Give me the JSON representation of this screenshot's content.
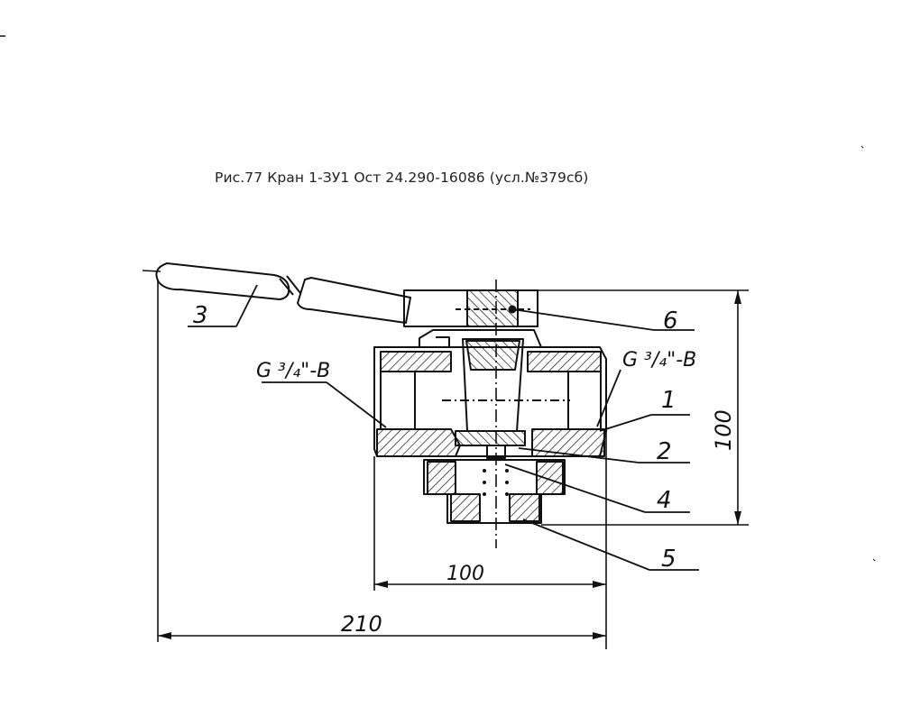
{
  "caption": "Рис.77 Кран 1-ЗУ1 Ост 24.290-16086 (усл.№379сб)",
  "drawing": {
    "part_labels": {
      "p1": "1",
      "p2": "2",
      "p3": "3",
      "p4": "4",
      "p5": "5",
      "p6": "6"
    },
    "thread_left": "G ³/₄\"-B",
    "thread_right": "G ³/₄\"-B",
    "dimensions": {
      "body_width": "100",
      "overall_length": "210",
      "height": "100"
    }
  },
  "colors": {
    "ink": "#111111",
    "paper": "#ffffff"
  }
}
